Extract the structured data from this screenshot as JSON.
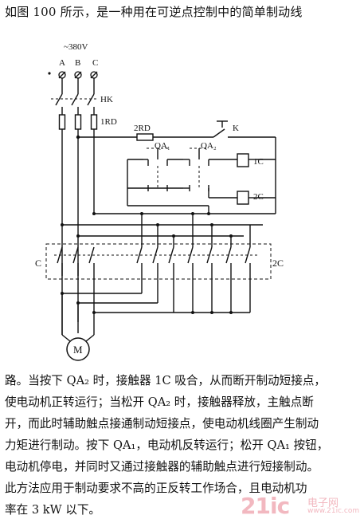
{
  "heading": "如图 100 所示，是一种用在可逆点控制中的简单制动线",
  "diagram": {
    "voltage": "~380V",
    "phases": [
      "A",
      "B",
      "C"
    ],
    "switch_main": "HK",
    "fuse_main": "1RD",
    "fuse_control": "2RD",
    "switch_k": "K",
    "button_1": "QA₁",
    "button_2": "QA₂",
    "coil_1": "1C",
    "coil_2": "2C",
    "contactor_left": "C",
    "contactor_right": "2C",
    "motor": "M"
  },
  "body_lines": [
    "路。当按下 QA₂ 时，接触器 1C 吸合，从而断开制动短接点，",
    "使电动机正转运行；当松开 QA₂ 时，接触器释放，主触点断",
    "开，而此时辅助触点接通制动短接点，使电动机线圈产生制动",
    "力矩进行制动。按下 QA₁，电动机反转运行；松开 QA₁ 按钮，",
    "电动机停电，并同时又通过接触器的辅助触点进行短接制动。",
    "此方法应用于制动要求不高的正反转工作场合，且电动机功",
    "率在 3 kW 以下。"
  ],
  "watermark": {
    "logo": "21ic",
    "name": "电子网",
    "url": "www.21ic.com"
  }
}
